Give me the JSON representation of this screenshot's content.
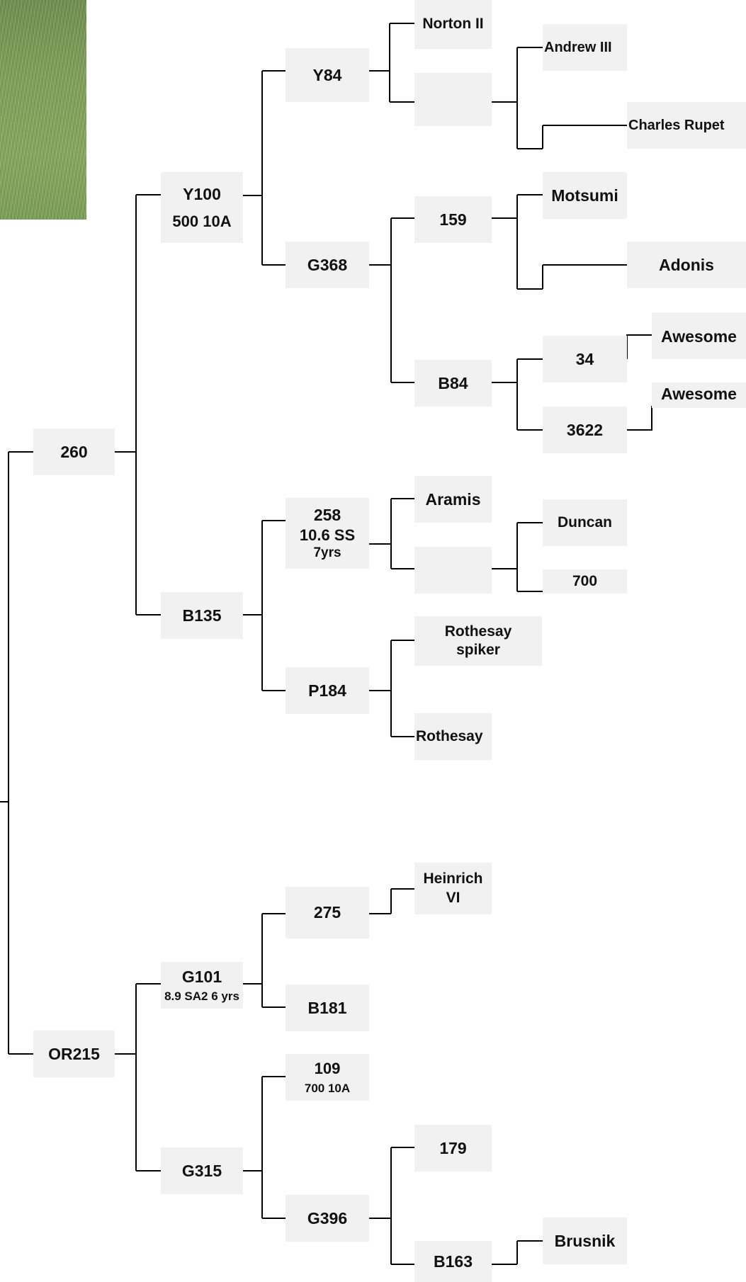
{
  "pedigree": {
    "root": {
      "sire": "260",
      "dam": "OR215"
    },
    "n260": {
      "sire": "Y100",
      "sire_note": "500 10A",
      "dam": "B135"
    },
    "y100": {
      "sire": "Y84",
      "dam": "G368"
    },
    "y84": {
      "sire": "Norton II",
      "dam": ""
    },
    "y84_dam": {
      "sire": "Andrew III",
      "dam": "Charles Rupet"
    },
    "g368": {
      "sire": "159",
      "dam": "B84"
    },
    "n159": {
      "sire": "Motsumi",
      "dam": "Adonis"
    },
    "b84": {
      "sire": "34",
      "dam": "3622"
    },
    "n34": {
      "sire": "Awesome"
    },
    "n3622": {
      "sire": "Awesome"
    },
    "b135": {
      "sire": "258",
      "sire_note1": "10.6 SS",
      "sire_note2": "7yrs",
      "dam": "P184"
    },
    "n258": {
      "sire": "Aramis",
      "dam": ""
    },
    "n258_dam": {
      "sire": "Duncan",
      "dam": "700"
    },
    "p184": {
      "sire_line1": "Rothesay",
      "sire_line2": "spiker",
      "dam": "Rothesay"
    },
    "or215": {
      "sire": "G101",
      "sire_note": "8.9 SA2 6 yrs",
      "dam": "G315"
    },
    "g101": {
      "sire": "275",
      "dam": "B181"
    },
    "n275": {
      "sire_line1": "Heinrich",
      "sire_line2": "VI"
    },
    "g315": {
      "sire": "109",
      "sire_note": "700 10A",
      "dam": "G396"
    },
    "g396": {
      "sire": "179",
      "dam": "B163"
    },
    "b163": {
      "sire": "Brusnik"
    }
  }
}
